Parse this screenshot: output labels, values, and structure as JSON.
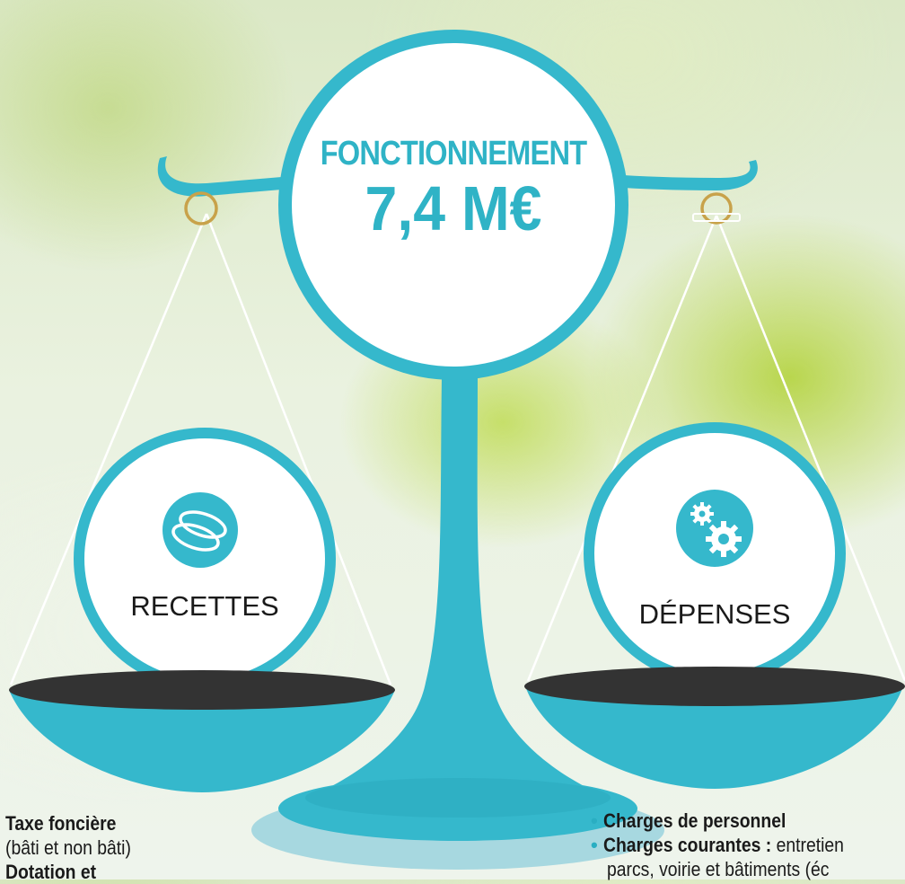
{
  "colors": {
    "turquoise": "#35b8cc",
    "dark_plate": "#333333",
    "gold_ring": "#c8a24a",
    "white": "#ffffff"
  },
  "center": {
    "title": "FONCTIONNEMENT",
    "amount": "7,4 M€"
  },
  "left_pan": {
    "label": "RECETTES",
    "icon": "coins-icon"
  },
  "right_pan": {
    "label": "DÉPENSES",
    "icon": "gears-icon"
  },
  "recettes_list": {
    "item1_title": "Taxe foncière",
    "item1_detail": "(bâti et non bâti)",
    "item2_title": "Dotation et"
  },
  "depenses_list": {
    "item1_title": "Charges de personnel",
    "item2_title": "Charges courantes :",
    "item2_detail": " entretien",
    "item2_line2": "parcs, voirie et bâtiments (éc"
  }
}
